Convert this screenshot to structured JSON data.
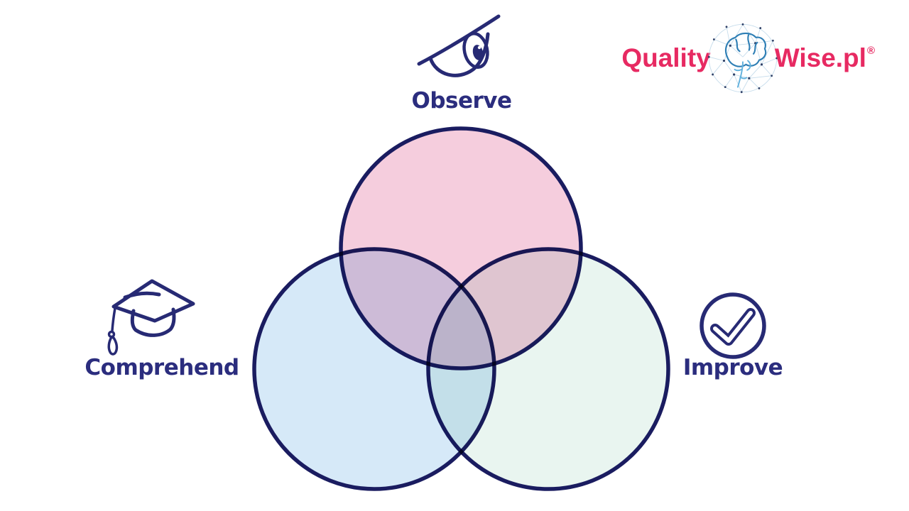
{
  "page": {
    "background_color": "#ffffff"
  },
  "brand": {
    "name_part1": "Quality",
    "name_part2": "Wise.pl",
    "registered_mark": "®",
    "text_color": "#e72a62",
    "icon": "brain-network"
  },
  "venn": {
    "type": "venn-diagram",
    "outline_color": "#1a1c60",
    "label_color": "#2b2d7e",
    "sets": [
      {
        "label": "Observe",
        "icon": "eye",
        "fill": "#f5cddd",
        "position": "top"
      },
      {
        "label": "Comprehend",
        "icon": "graduation-cap",
        "fill": "#d6e9f8",
        "position": "bottom-left"
      },
      {
        "label": "Improve",
        "icon": "check-circle",
        "fill": "#e9f5f0",
        "position": "bottom-right"
      }
    ]
  }
}
